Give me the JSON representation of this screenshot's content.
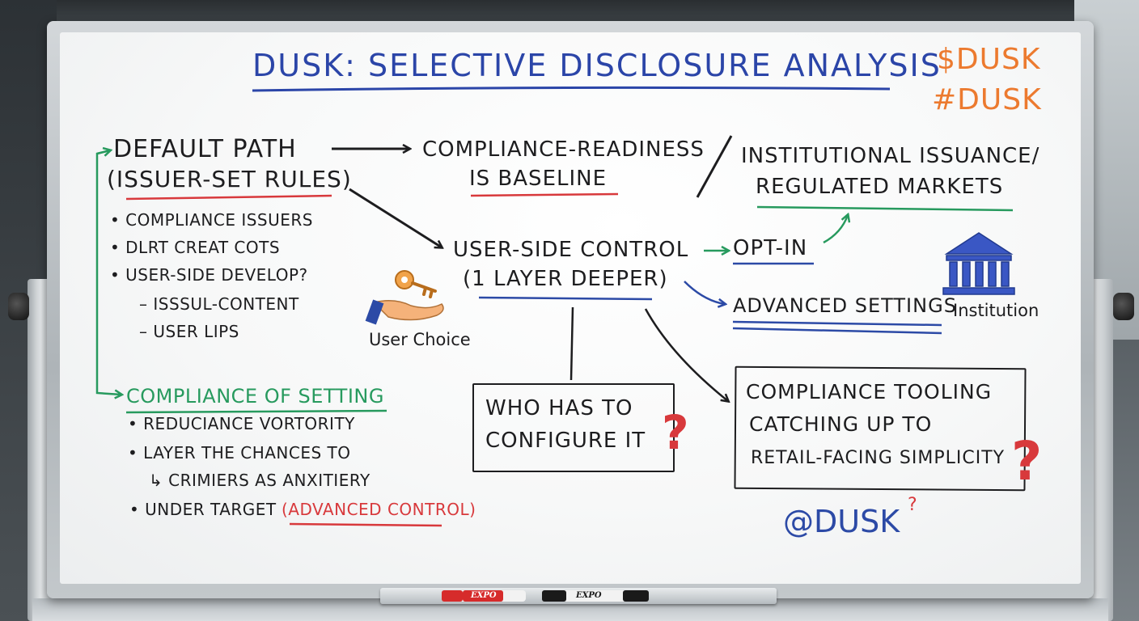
{
  "title": "DUSK: SELECTIVE DISCLOSURE ANALYSIS",
  "tags": {
    "ticker": "$DUSK",
    "hashtag": "#DUSK"
  },
  "default_path": {
    "line1": "DEFAULT PATH",
    "line2": "(ISSUER-SET RULES)",
    "bullets": [
      "• COMPLIANCE ISSUERS",
      "• DLRT CREAT COTS",
      "• USER-SIDE DEVELOP?"
    ],
    "sub_bullets": [
      "– ISSSUL-CONTENT",
      "– USER LIPS"
    ]
  },
  "compliance_readiness": {
    "line1": "COMPLIANCE-READINESS",
    "line2": "IS BASELINE"
  },
  "institutional": {
    "line1": "INSTITUTIONAL ISSUANCE/",
    "line2": "REGULATED MARKETS"
  },
  "user_side": {
    "line1": "USER-SIDE CONTROL",
    "line2": "(1 LAYER DEEPER)"
  },
  "opt_in": "OPT-IN",
  "advanced_settings": "ADVANCED SETTINGS",
  "institution_label": "Institution",
  "user_choice_label": "User Choice",
  "compliance_setting": {
    "heading": "COMPLIANCE OF SETTING",
    "bullets": [
      "• REDUCIANCE VORTORITY",
      "• LAYER THE CHANCES TO",
      "↳ CRIMIERS AS ANXITIERY"
    ],
    "last_prefix": "• UNDER TARGET",
    "last_red": "(ADVANCED CONTROL)"
  },
  "who_box": {
    "line1": "WHO HAS TO",
    "line2": "CONFIGURE IT"
  },
  "tooling_box": {
    "line1": "COMPLIANCE TOOLING",
    "line2": "CATCHING UP TO",
    "line3": "RETAIL-FACING SIMPLICITY"
  },
  "question_mark": "?",
  "handle": "@DUSK",
  "markers": [
    "EXPO",
    "EXPO"
  ],
  "colors": {
    "title_blue": "#2b45a8",
    "orange": "#ec7a2f",
    "green": "#279a5e",
    "red": "#d8393c",
    "ink_black": "#1d1d1f"
  }
}
